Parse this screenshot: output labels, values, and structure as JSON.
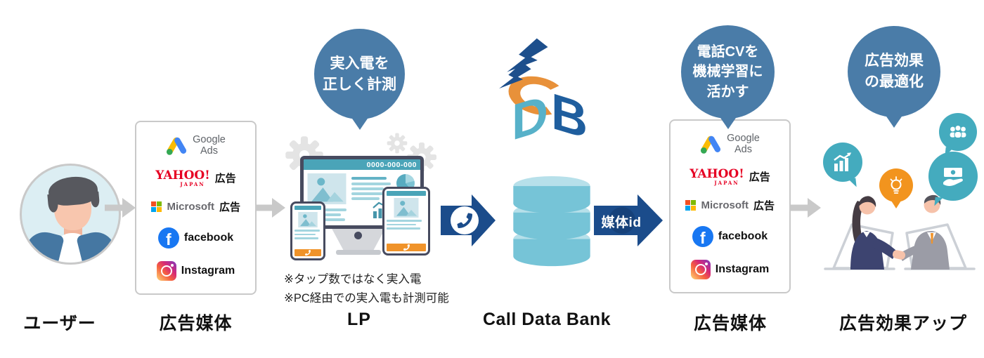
{
  "steps": {
    "user": "ユーザー",
    "media1": "広告媒体",
    "lp": "LP",
    "cdb": "Call Data Bank",
    "media2": "広告媒体",
    "result": "広告効果アップ"
  },
  "bubbles": {
    "lp": {
      "line1": "実入電を",
      "line2": "正しく計測"
    },
    "media": {
      "line1": "電話CVを",
      "line2": "機械学習に",
      "line3": "活かす"
    },
    "result": {
      "line1": "広告効果",
      "line2": "の最適化"
    }
  },
  "media_box": {
    "google": {
      "line1": "Google",
      "line2": "Ads"
    },
    "yahoo": {
      "brand": "YAHOO!",
      "sub": "JAPAN",
      "suffix": "広告"
    },
    "microsoft": {
      "brand": "Microsoft",
      "suffix": "広告"
    },
    "facebook": {
      "icon_letter": "f",
      "brand": "facebook"
    },
    "instagram": {
      "brand": "Instagram"
    }
  },
  "lp": {
    "phone_number": "0000-000-000",
    "note1": "※タップ数ではなく実入電",
    "note2": "※PC経由での実入電も計測可能"
  },
  "arrows": {
    "media_id": "媒体id"
  },
  "icons": {
    "phone": "phone-receiver",
    "database": "database-cylinder",
    "logo": "cdb-cube-with-lightning",
    "gear": "gear",
    "chart": "growth-chart",
    "money": "money-in-hand",
    "people": "people-group",
    "bulb": "lightbulb",
    "scene": "business-handshake-over-laptops"
  },
  "colors": {
    "bubble_blue": "#4a7ca8",
    "flow_arrow_blue": "#1b4c8b",
    "teal": "#44abbe",
    "orange": "#f2941e",
    "gray_arrow": "#c9c9c9",
    "db_teal": "#76c4d7"
  }
}
